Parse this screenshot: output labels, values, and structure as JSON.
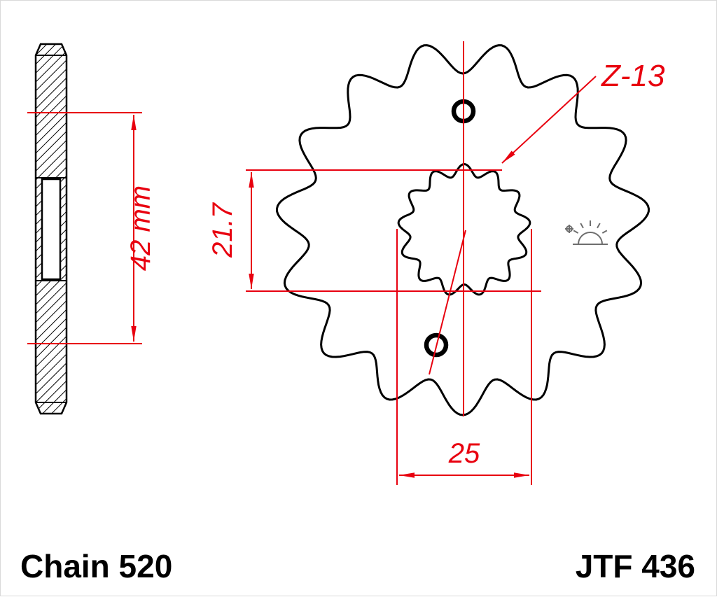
{
  "labels": {
    "width_dimension": "42 mm",
    "spline_width_dimension": "21.7",
    "bore_dimension": "25",
    "teeth_spec": "Z-13",
    "chain_size": "Chain 520",
    "part_number": "JTF 436"
  },
  "colors": {
    "dimension_red": "#e8000f",
    "outline_black": "#000000",
    "logo_gray": "#6e6e6e"
  }
}
